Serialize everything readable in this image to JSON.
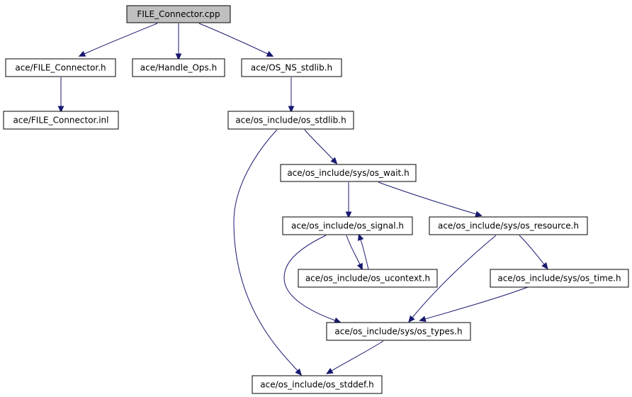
{
  "diagram": {
    "colors": {
      "edge": "#191970",
      "root_fill": "#bfbfbf",
      "node_fill": "#ffffff",
      "node_border": "#000000"
    },
    "nodes": [
      {
        "id": "file_connector_cpp",
        "label": "FILE_Connector.cpp",
        "root": true
      },
      {
        "id": "file_connector_h",
        "label": "ace/FILE_Connector.h"
      },
      {
        "id": "handle_ops_h",
        "label": "ace/Handle_Ops.h"
      },
      {
        "id": "os_ns_stdlib_h",
        "label": "ace/OS_NS_stdlib.h"
      },
      {
        "id": "file_connector_inl",
        "label": "ace/FILE_Connector.inl"
      },
      {
        "id": "os_stdlib_h",
        "label": "ace/os_include/os_stdlib.h"
      },
      {
        "id": "sys_os_wait_h",
        "label": "ace/os_include/sys/os_wait.h"
      },
      {
        "id": "os_signal_h",
        "label": "ace/os_include/os_signal.h"
      },
      {
        "id": "sys_os_resource_h",
        "label": "ace/os_include/sys/os_resource.h"
      },
      {
        "id": "os_ucontext_h",
        "label": "ace/os_include/os_ucontext.h"
      },
      {
        "id": "sys_os_time_h",
        "label": "ace/os_include/sys/os_time.h"
      },
      {
        "id": "sys_os_types_h",
        "label": "ace/os_include/sys/os_types.h"
      },
      {
        "id": "os_stddef_h",
        "label": "ace/os_include/os_stddef.h"
      }
    ],
    "edges": [
      {
        "from": "file_connector_cpp",
        "to": "file_connector_h"
      },
      {
        "from": "file_connector_cpp",
        "to": "handle_ops_h"
      },
      {
        "from": "file_connector_cpp",
        "to": "os_ns_stdlib_h"
      },
      {
        "from": "file_connector_h",
        "to": "file_connector_inl"
      },
      {
        "from": "os_ns_stdlib_h",
        "to": "os_stdlib_h"
      },
      {
        "from": "os_stdlib_h",
        "to": "sys_os_wait_h"
      },
      {
        "from": "os_stdlib_h",
        "to": "os_stddef_h"
      },
      {
        "from": "sys_os_wait_h",
        "to": "os_signal_h"
      },
      {
        "from": "sys_os_wait_h",
        "to": "sys_os_resource_h"
      },
      {
        "from": "os_signal_h",
        "to": "os_ucontext_h"
      },
      {
        "from": "os_ucontext_h",
        "to": "os_signal_h"
      },
      {
        "from": "os_signal_h",
        "to": "sys_os_types_h"
      },
      {
        "from": "sys_os_resource_h",
        "to": "sys_os_time_h"
      },
      {
        "from": "sys_os_resource_h",
        "to": "sys_os_types_h"
      },
      {
        "from": "sys_os_time_h",
        "to": "sys_os_types_h"
      },
      {
        "from": "sys_os_types_h",
        "to": "os_stddef_h"
      }
    ]
  }
}
